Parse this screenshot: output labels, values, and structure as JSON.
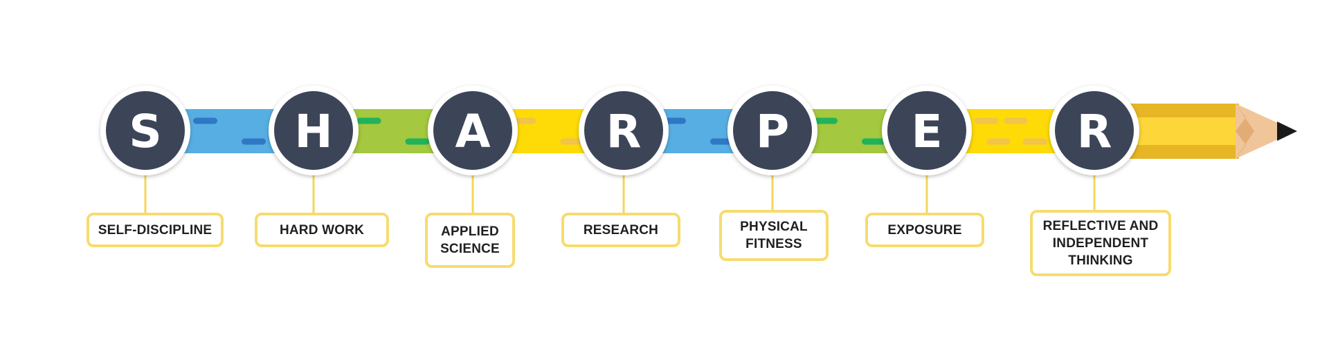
{
  "title": "",
  "colors": {
    "circle_fill": "#3c4558",
    "circle_ring": "#ffffff",
    "letter": "#ffffff",
    "connector_line": "#f4d65a",
    "box_border": "#f6dc6f",
    "pencil_body_light": "#fdd63a",
    "pencil_body_dark": "#e6b625",
    "pencil_wood": "#f0c59a",
    "pencil_lead": "#1a1a1a"
  },
  "steps": [
    {
      "letter": "S",
      "label": "SELF-DISCIPLINE",
      "band_color": "#57aee2",
      "dash_color": "#2f78c6"
    },
    {
      "letter": "H",
      "label": "HARD WORK",
      "band_color": "#a4c83f",
      "dash_color": "#20b35a"
    },
    {
      "letter": "A",
      "label": "APPLIED\nSCIENCE",
      "band_color": "#fedb06",
      "dash_color": "#f0c54a"
    },
    {
      "letter": "R",
      "label": "RESEARCH",
      "band_color": "#57aee2",
      "dash_color": "#2f78c6"
    },
    {
      "letter": "P",
      "label": "PHYSICAL\nFITNESS",
      "band_color": "#a4c83f",
      "dash_color": "#20b35a"
    },
    {
      "letter": "E",
      "label": "EXPOSURE",
      "band_color": "#fedb06",
      "dash_color": "#f0c54a"
    },
    {
      "letter": "R",
      "label": "REFLECTIVE AND\nINDEPENDENT\nTHINKING",
      "band_color": "#fdd63a",
      "dash_color": "#f0c54a"
    }
  ]
}
